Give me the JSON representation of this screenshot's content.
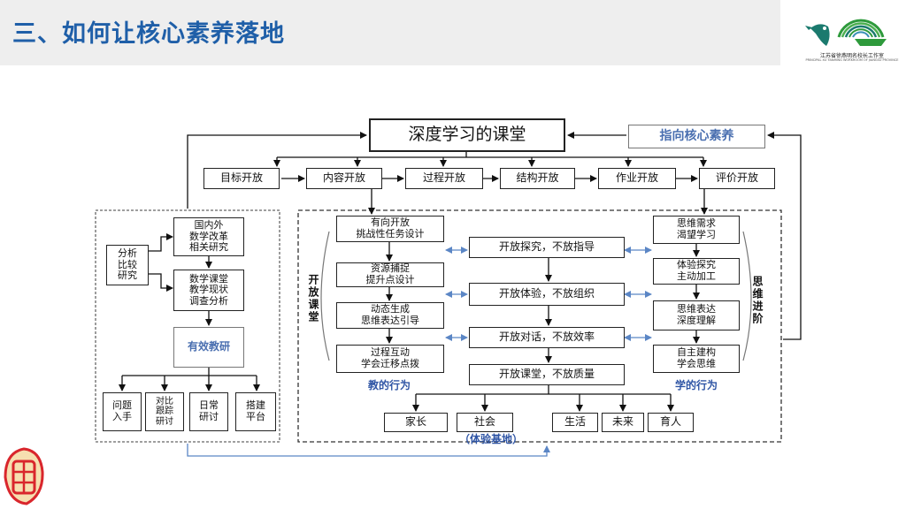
{
  "header": {
    "title": "三、如何让核心素养落地",
    "logo_text": "江苏省徐燕明名校长工作室",
    "logo_subtext": "PRINCIPAL XU YANMING WORKROOM OF JIANGSU PROVINCE"
  },
  "diagram": {
    "top": "深度学习的课堂",
    "core": "指向核心素养",
    "openness": [
      "目标开放",
      "内容开放",
      "过程开放",
      "结构开放",
      "作业开放",
      "评价开放"
    ],
    "research": {
      "analysis": "分析\n比较\n研究",
      "domestic": "国内外\n数学改革\n相关研究",
      "survey": "数学课堂\n教学现状\n调查分析",
      "effective": "有效教研",
      "methods": [
        "问题\n入手",
        "对比\n跟踪\n研讨",
        "日常\n研讨",
        "搭建\n平台"
      ]
    },
    "teaching": {
      "items": [
        "有向开放\n挑战性任务设计",
        "资源捕捉\n提升点设计",
        "动态生成\n思维表达引导",
        "过程互动\n学会迁移点拨"
      ],
      "label": "教的行为",
      "side": "开放课堂"
    },
    "center": [
      "开放探究，不放指导",
      "开放体验，不放组织",
      "开放对话，不放效率",
      "开放课堂，不放质量"
    ],
    "learning": {
      "items": [
        "思维需求\n渴望学习",
        "体验探究\n主动加工",
        "思维表达\n深度理解",
        "自主建构\n学会思维"
      ],
      "label": "学的行为",
      "side": "思维进阶"
    },
    "bases": [
      "家长",
      "社会",
      "生活",
      "未来",
      "育人"
    ],
    "base_label": "（体验基地）"
  },
  "colors": {
    "title": "#1f5fa8",
    "arrow_blue": "#5b86c5",
    "label_blue": "#2f55a5",
    "logo_green": "#2e9a3c",
    "logo_teal": "#1b7a6e",
    "seal_red": "#d9262c"
  }
}
